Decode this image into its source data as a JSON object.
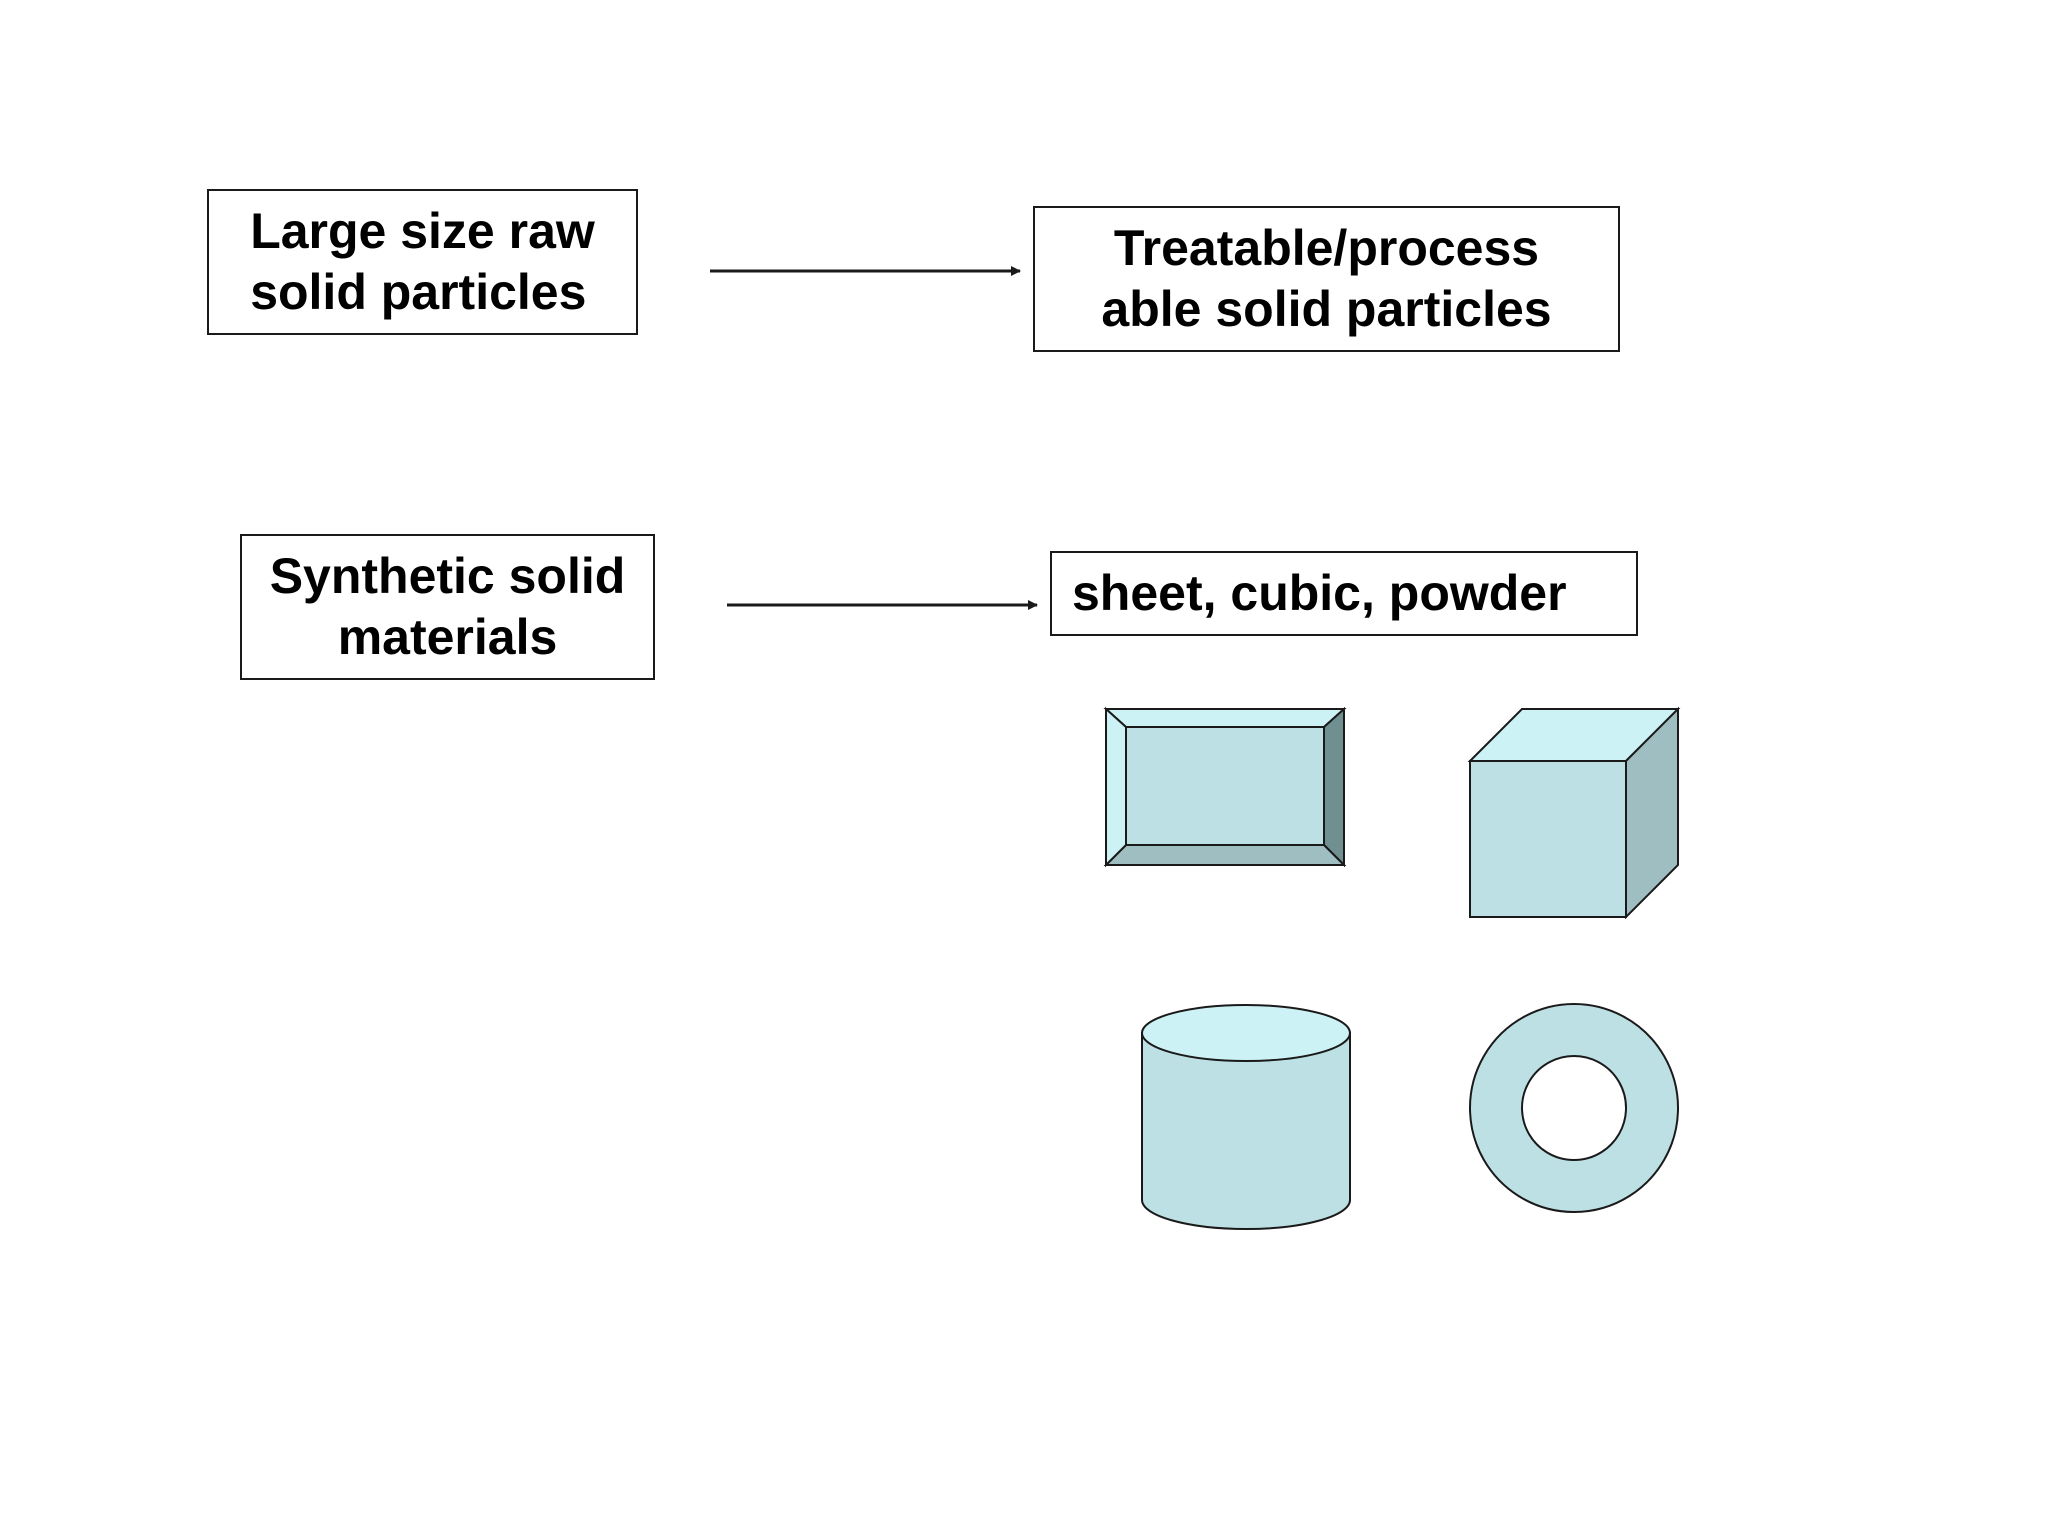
{
  "diagram": {
    "rows": [
      {
        "source": "Large size raw\nsolid particles",
        "target": "Treatable/process\nable solid particles"
      },
      {
        "source": "Synthetic solid\nmaterials",
        "target": "sheet, cubic, powder"
      }
    ],
    "shapes": [
      "sheet-icon",
      "cube-icon",
      "cylinder-icon",
      "ring-icon"
    ]
  },
  "colors": {
    "shape_fill": "#bde0e4",
    "shape_top": "#cdf2f5",
    "shape_dark": "#6f8f91",
    "shape_side": "#9fbec2",
    "stroke": "#1a1a1a"
  }
}
